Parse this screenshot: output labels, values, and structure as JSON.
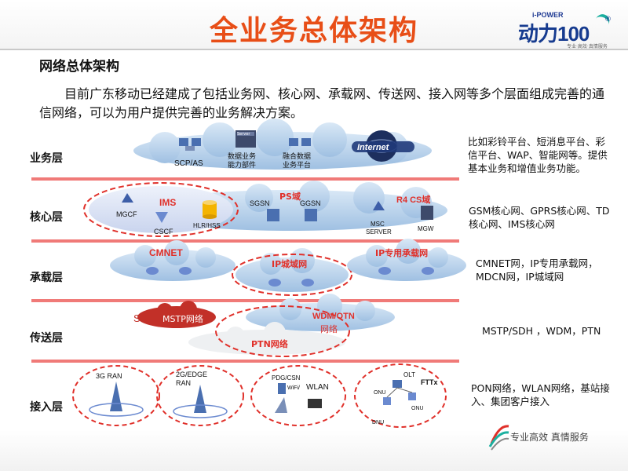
{
  "header": {
    "title": "全业务总体架构"
  },
  "logo": {
    "top": "i-POWER",
    "main": "动力100",
    "sub": "专业·高效·真情服务"
  },
  "section": {
    "subtitle": "网络总体架构",
    "paragraph": "目前广东移动已经建成了包括业务网、核心网、承载网、传送网、接入网等多个层面组成完善的通信网络，可以为用户提供完善的业务解决方案。"
  },
  "layers": [
    {
      "label": "业务层",
      "desc": "比如彩铃平台、短消息平台、彩信平台、WAP、智能网等。提供基本业务和增值业务功能。"
    },
    {
      "label": "核心层",
      "desc": "GSM核心网、GPRS核心网、TD核心网、IMS核心网"
    },
    {
      "label": "承载层",
      "desc": "CMNET网，IP专用承载网，MDCN网，IP城域网"
    },
    {
      "label": "传送层",
      "desc": "MSTP/SDH ，WDM，PTN"
    },
    {
      "label": "接入层",
      "desc": "PON网络，WLAN网络，基站接入、集团客户接入"
    }
  ],
  "diagram": {
    "service": {
      "scp": "SCP/AS",
      "server": "Server",
      "data1": "数据业务",
      "data1b": "能力部件",
      "data2": "融合数据",
      "data2b": "业务平台",
      "internet": "Internet"
    },
    "core": {
      "ims": "IMS",
      "mgcf": "MGCF",
      "cscf": "CSCF",
      "hlr": "HLR/HSS",
      "ps": "PS域",
      "sgsn": "SGSN",
      "ggsn": "GGSN",
      "r4": "R4 CS域",
      "msc": "MSC",
      "server": "SERVER",
      "mgw": "MGW"
    },
    "bearer": {
      "cmnet": "CMNET",
      "metro": "IP城域网",
      "ipnet": "IP专用承载网"
    },
    "transport": {
      "sdh": "SDH",
      "mstp": "MSTP网络",
      "wdm": "WDM/OTN",
      "wdm2": "网络",
      "ptn": "PTN网络"
    },
    "access": {
      "g3": "3G RAN",
      "g2": "2G/EDGE",
      "g2b": "RAN",
      "pdg": "PDG/CSN",
      "wifi": "WiFi/",
      "wlan": "WLAN",
      "olt": "OLT",
      "fttx": "FTTx",
      "onu1": "ONU",
      "onu2": "ONU",
      "dnu": "DNU"
    }
  },
  "footer": {
    "slogan": "专业高效  真情服务"
  },
  "colors": {
    "title": "#e84e17",
    "separator": "#f07a78",
    "cloud": "#aecbe6",
    "ims_fill": "#dbe3f3",
    "dashed_ring": "#e0302a"
  }
}
